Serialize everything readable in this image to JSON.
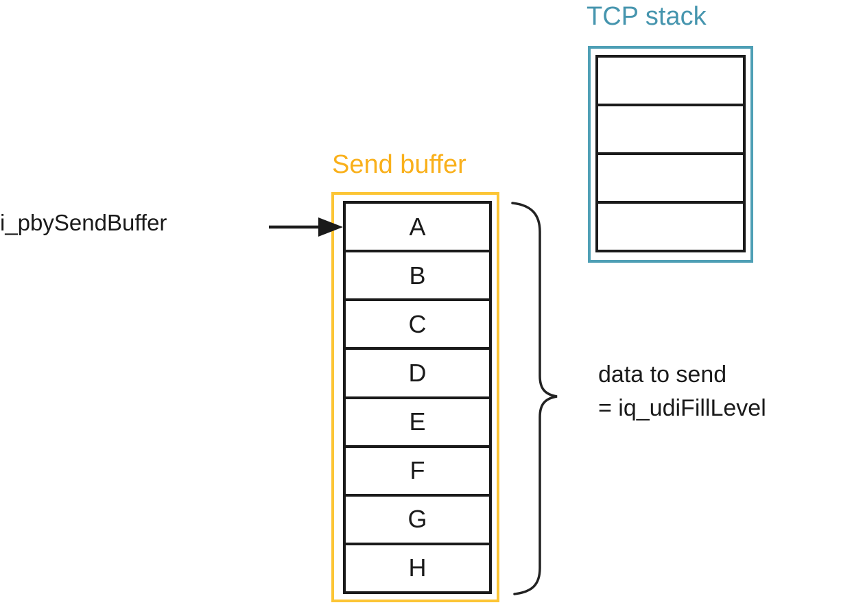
{
  "diagram": {
    "tcp_stack": {
      "label": "TCP stack",
      "rows": 4,
      "label_color": "#4695AE",
      "border_color": "#4E9FB5"
    },
    "send_buffer": {
      "label": "Send buffer",
      "label_color": "#F9B01B",
      "border_color": "#FCC535",
      "cells": [
        "A",
        "B",
        "C",
        "D",
        "E",
        "F",
        "G",
        "H"
      ]
    },
    "pointer": {
      "label": "i_pbySendBuffer",
      "points_to": "A"
    },
    "annotation": {
      "line1": "data to send",
      "line2": "= iq_udiFillLevel"
    }
  }
}
